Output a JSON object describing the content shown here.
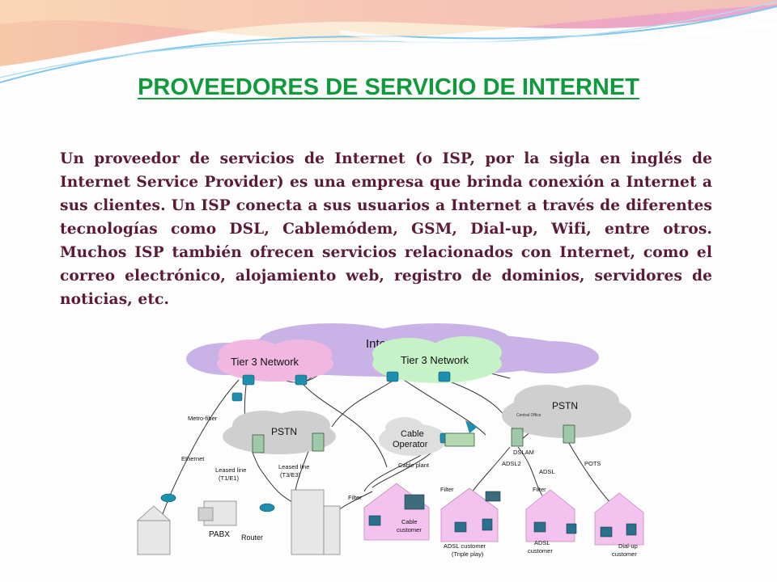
{
  "title": "PROVEEDORES DE SERVICIO DE INTERNET",
  "paragraph": "Un proveedor de servicios de Internet (o ISP, por la sigla en inglés de Internet Service Provider) es una empresa que brinda conexión a Internet a sus clientes. Un ISP conecta a sus usuarios a Internet a través de diferentes tecnologías como DSL, Cablemódem, GSM, Dial-up, Wifi, entre otros. Muchos ISP también ofrecen servicios relacionados con Internet, como el correo electrónico, alojamiento web, registro de dominios, servidores de noticias, etc.",
  "diagram": {
    "internet": "Internet",
    "tier3_left": "Tier 3 Network",
    "tier3_right": "Tier 3 Network",
    "pstn_left": "PSTN",
    "pstn_right": "PSTN",
    "central_office": "Central Office",
    "cable_operator_1": "Cable",
    "cable_operator_2": "Operator",
    "metro_fiber": "Metro-fiber",
    "ethernet": "Ethernet",
    "leased_left_1": "Leased line",
    "leased_left_2": "(T1/E1)",
    "leased_right_1": "Leased line",
    "leased_right_2": "(T3/E3)",
    "cable_plant": "Cable plant",
    "dslam": "DSLAM",
    "adsl2": "ADSL2",
    "adsl": "ADSL",
    "pots": "POTS",
    "filter_1": "Filter",
    "filter_2": "Filter",
    "filter_3": "Filter",
    "pabx": "PABX",
    "router": "Router",
    "cable_customer_1": "Cable",
    "cable_customer_2": "customer",
    "adsl_tp_1": "ADSL customer",
    "adsl_tp_2": "(Triple play)",
    "adsl_cust_1": "ADSL",
    "adsl_cust_2": "customer",
    "dialup_1": "Dial-up",
    "dialup_2": "customer"
  },
  "colors": {
    "title": "#0f9b3c",
    "text": "#5b1b38",
    "cloud_purple": "#c9b3e6",
    "cloud_pink": "#f2b7e0",
    "cloud_green": "#c6f2c8",
    "cloud_gray": "#cfcfcf",
    "house": "#f4c2ee",
    "device": "#1f8fb0"
  }
}
